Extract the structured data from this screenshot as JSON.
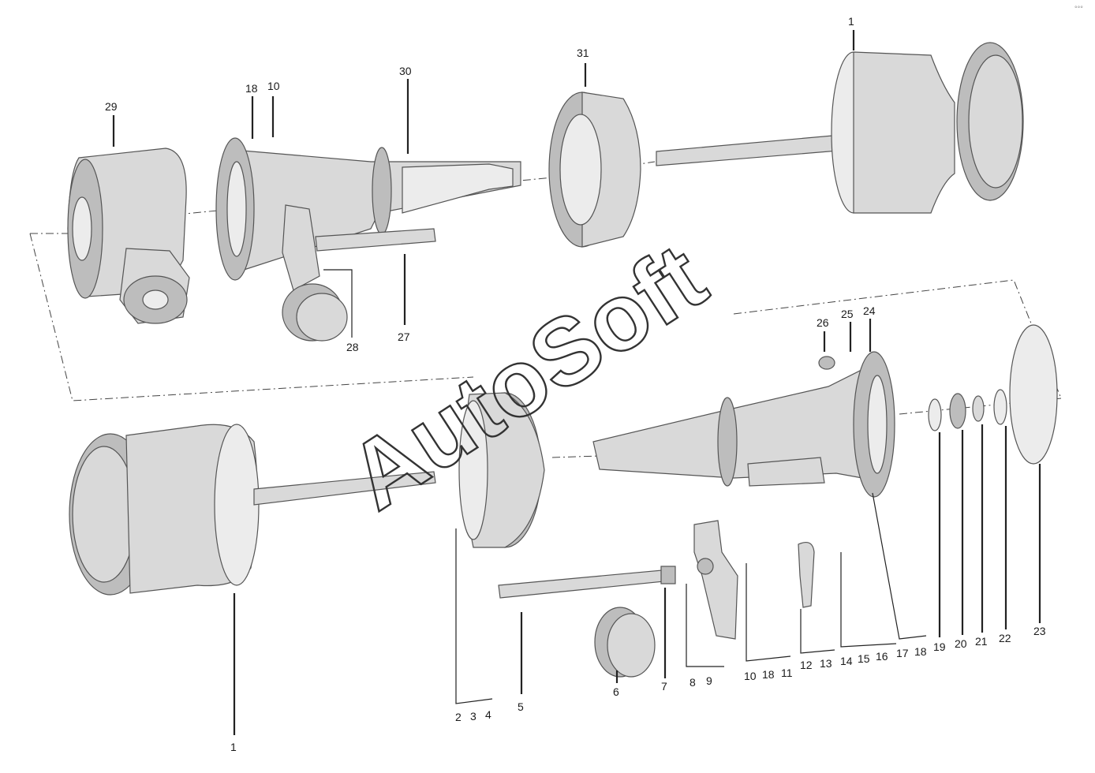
{
  "watermark": "AutoSoft",
  "corner_mark": "°°°",
  "callouts": {
    "c1_top": "1",
    "c31": "31",
    "c30": "30",
    "c29": "29",
    "c18_top": "18",
    "c10_top": "10",
    "c28": "28",
    "c27": "27",
    "c26": "26",
    "c25": "25",
    "c24": "24",
    "c1_bottom": "1",
    "c2": "2",
    "c3": "3",
    "c4": "4",
    "c5": "5",
    "c6": "6",
    "c7": "7",
    "c8": "8",
    "c9": "9",
    "c10": "10",
    "c18": "18",
    "c11": "11",
    "c12": "12",
    "c13": "13",
    "c14": "14",
    "c15": "15",
    "c16": "16",
    "c17": "17",
    "c18b": "18",
    "c19": "19",
    "c20": "20",
    "c21": "21",
    "c22": "22",
    "c23": "23"
  }
}
